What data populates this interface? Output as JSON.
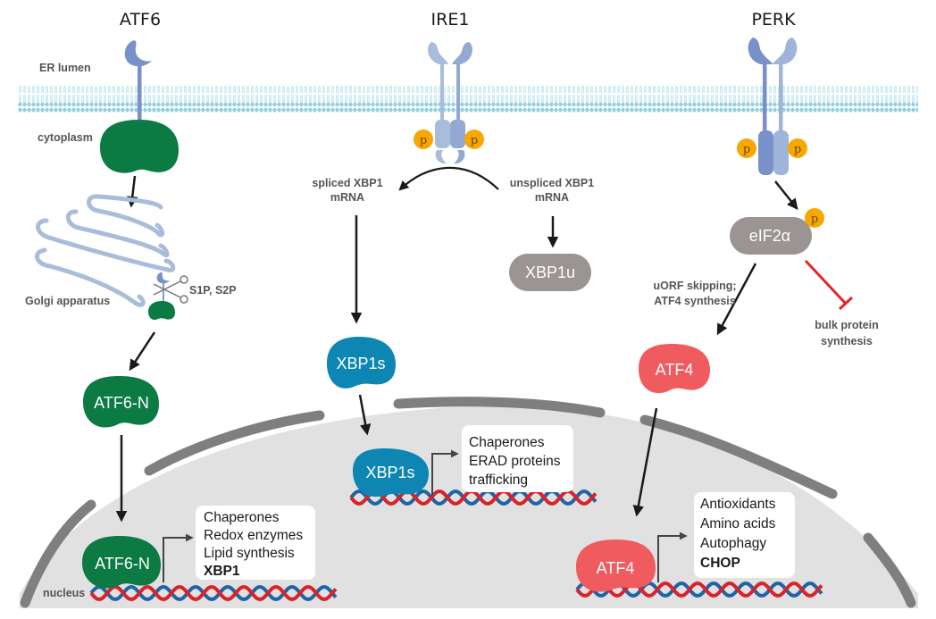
{
  "pathways": {
    "atf6": {
      "title": "ATF6"
    },
    "ire1": {
      "title": "IRE1"
    },
    "perk": {
      "title": "PERK"
    }
  },
  "compartments": {
    "er_lumen": "ER lumen",
    "cytoplasm": "cytoplasm",
    "golgi": "Golgi apparatus",
    "nucleus": "nucleus"
  },
  "atf6_branch": {
    "protease_label": "S1P, S2P",
    "cleaved_node": "ATF6-N",
    "nuclear_node": "ATF6-N",
    "targets": [
      {
        "text": "Chaperones",
        "bold": false
      },
      {
        "text": "Redox enzymes",
        "bold": false
      },
      {
        "text": "Lipid synthesis",
        "bold": false
      },
      {
        "text": "XBP1",
        "bold": true
      }
    ]
  },
  "ire1_branch": {
    "spliced_label": [
      "spliced XBP1",
      "mRNA"
    ],
    "unspliced_label": [
      "unspliced XBP1",
      "mRNA"
    ],
    "unspliced_node": "XBP1u",
    "spliced_node": "XBP1s",
    "nuclear_node": "XBP1s",
    "targets": [
      {
        "text": "Chaperones",
        "bold": false
      },
      {
        "text": "ERAD proteins",
        "bold": false
      },
      {
        "text": "trafficking",
        "bold": false
      }
    ]
  },
  "perk_branch": {
    "eif_node": "eIF2α",
    "phospho_label": "p",
    "translation_label": [
      "uORF skipping;",
      "ATF4 synthesis"
    ],
    "inhibition_label": [
      "bulk protein",
      "synthesis"
    ],
    "atf4_node": "ATF4",
    "nuclear_node": "ATF4",
    "targets": [
      {
        "text": "Antioxidants",
        "bold": false
      },
      {
        "text": "Amino acids",
        "bold": false
      },
      {
        "text": "Autophagy",
        "bold": false
      },
      {
        "text": "CHOP",
        "bold": true
      }
    ]
  },
  "colors": {
    "atf6_green": "#0b7a43",
    "xbp1s_blue": "#0d86b3",
    "atf4_red": "#ef5b5e",
    "grey_node": "#9a9492",
    "phospho_orange": "#f6a800",
    "receptor_blue": "#7891c8",
    "membrane_cyan": "#8fd0de",
    "nucleus_fill": "#e1e1e1",
    "nuclear_envelope": "#7a7a7a",
    "inhibit_red": "#e8222a",
    "dna_red": "#d9232a",
    "dna_blue": "#1f64a6"
  }
}
